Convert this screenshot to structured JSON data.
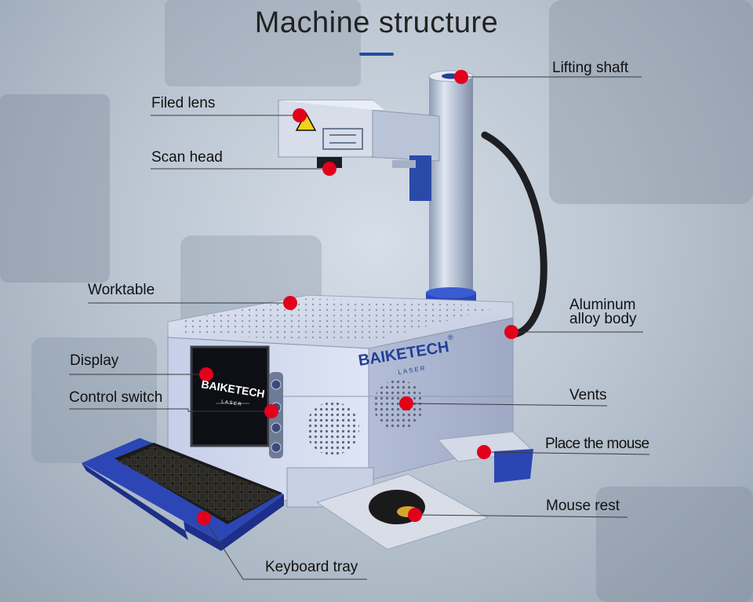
{
  "title": "Machine structure",
  "accent_color": "#1f4fa0",
  "marker_color": "#e3001b",
  "brand": {
    "name": "BAIKETECH",
    "registered": "®",
    "tagline": "LASER"
  },
  "labels": {
    "lifting_shaft": "Lifting shaft",
    "filed_lens": "Filed lens",
    "scan_head": "Scan head",
    "worktable": "Worktable",
    "aluminum_body_line1": "Aluminum",
    "aluminum_body_line2": "alloy body",
    "display": "Display",
    "control_switch": "Control switch",
    "vents": "Vents",
    "place_mouse": "Place the mouse",
    "mouse_rest": "Mouse rest",
    "keyboard_tray": "Keyboard tray"
  }
}
